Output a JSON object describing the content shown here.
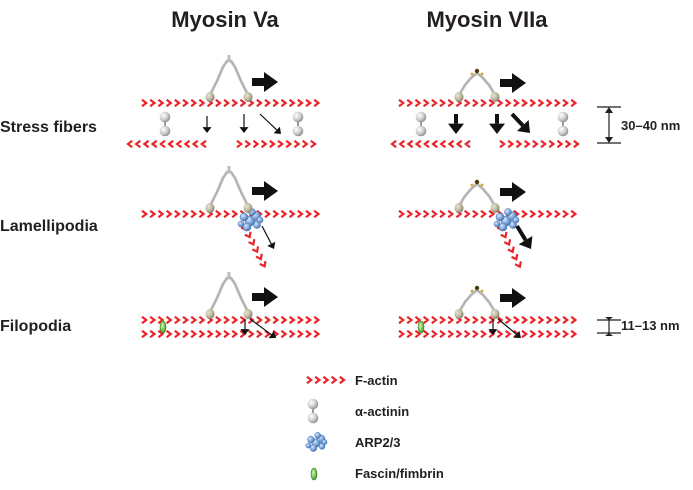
{
  "titles": {
    "myosin_va": "Myosin Va",
    "myosin_viia": "Myosin VIIa"
  },
  "rows": {
    "stress_fibers": "Stress fibers",
    "lamellipodia": "Lamellipodia",
    "filopodia": "Filopodia"
  },
  "dimensions": {
    "stress_fibers": "30–40 nm",
    "filopodia": "11–13 nm"
  },
  "legend": {
    "f_actin": "F-actin",
    "alpha_actinin": "α-actinin",
    "arp23": "ARP2/3",
    "fascin": "Fascin/fimbrin"
  },
  "colors": {
    "actin": "#e8252b",
    "actinin": "#c9c9c9",
    "arp": "#7aa3d8",
    "fascin": "#6cc04a",
    "motor_head": "#b9b29a",
    "text": "#231f20"
  }
}
